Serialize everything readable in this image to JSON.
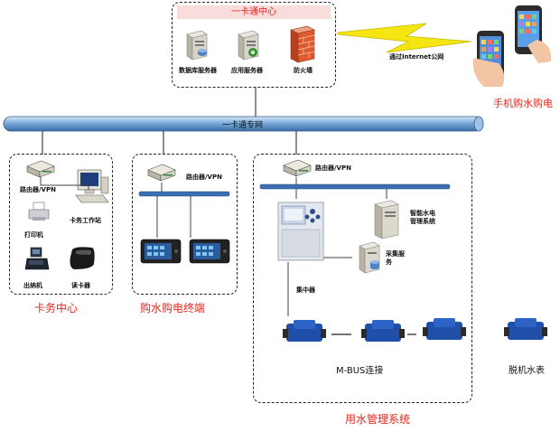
{
  "center": {
    "title": "一卡通中心",
    "db_server": "数据库服务器",
    "app_server": "应用服务器",
    "firewall": "防火墙"
  },
  "internet": "通过Internet公网",
  "mobile": "手机购水购电",
  "backbone": "一卡通专网",
  "card_center": {
    "title": "卡务中心",
    "router": "路由器/VPN",
    "workstation": "卡务工作站",
    "printer": "打印机",
    "cashier": "出纳机",
    "reader": "读卡器"
  },
  "terminal": {
    "title": "购水购电终端",
    "router": "路由器/VPN"
  },
  "water": {
    "title": "用水管理系统",
    "router": "路由器/VPN",
    "concentrator": "集中器",
    "smart_mgmt": "智能水电\n管理系统",
    "collector": "采集服\n务",
    "mbus": "M-BUS连接",
    "offline": "脱机水表"
  }
}
